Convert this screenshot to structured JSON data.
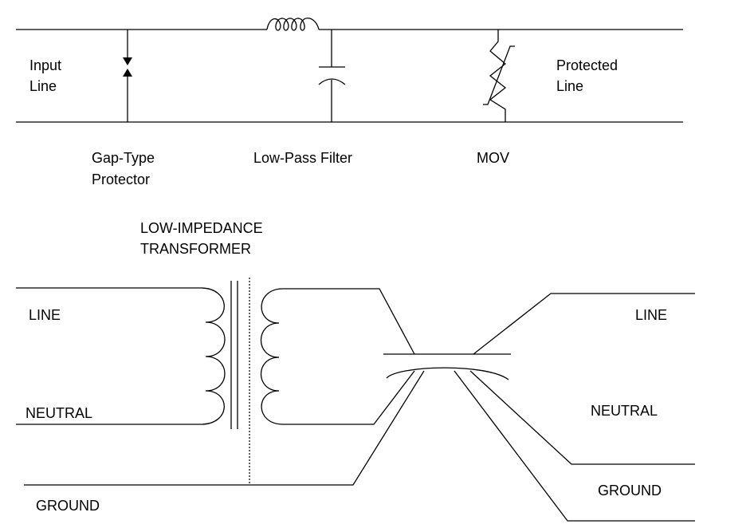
{
  "top_circuit": {
    "input_label": [
      "Input",
      "Line"
    ],
    "output_label": [
      "Protected",
      "Line"
    ],
    "components": [
      {
        "name": "gap-type-protector",
        "label": [
          "Gap-Type",
          "Protector"
        ]
      },
      {
        "name": "low-pass-filter",
        "label": [
          "Low-Pass Filter"
        ]
      },
      {
        "name": "mov",
        "label": [
          "MOV"
        ]
      }
    ]
  },
  "bottom_circuit": {
    "transformer_label": [
      "LOW-IMPEDANCE",
      "TRANSFORMER"
    ],
    "left_labels": {
      "line": "LINE",
      "neutral": "NEUTRAL",
      "ground": "GROUND"
    },
    "right_labels": {
      "line": "LINE",
      "neutral": "NEUTRAL",
      "ground": "GROUND"
    }
  }
}
